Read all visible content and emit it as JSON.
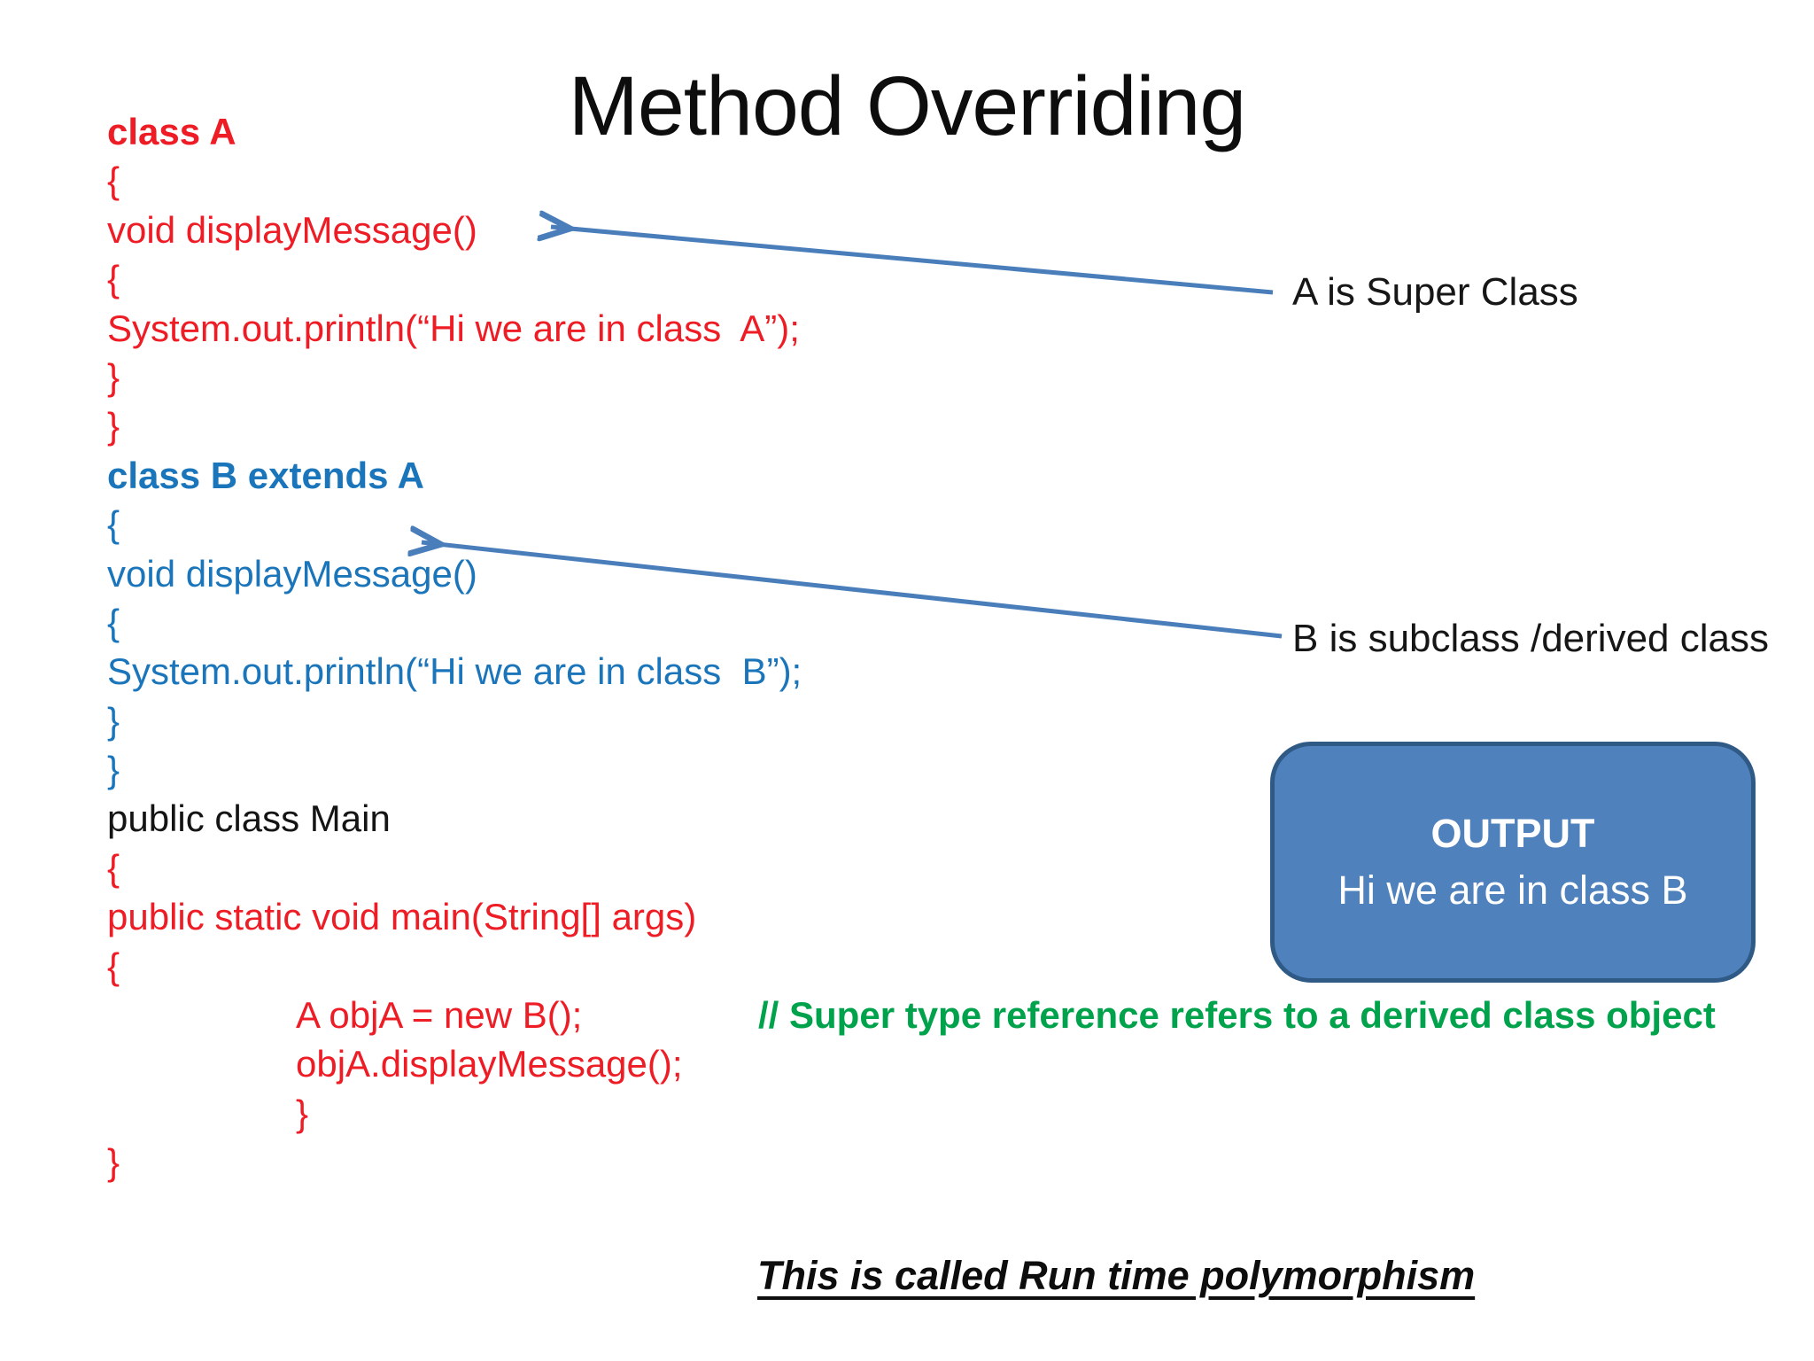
{
  "slide": {
    "title": "Method Overriding",
    "footer": "This is called Run time polymorphism"
  },
  "colors": {
    "red": "#ee1c25",
    "blue": "#1a75bb",
    "black": "#141414",
    "green": "#00a24b",
    "arrow": "#4a7ebb",
    "box_fill": "#4f81bd",
    "box_border": "#2f5a85",
    "box_text": "#ffffff"
  },
  "code": {
    "lines": [
      {
        "text": "class A",
        "color": "red",
        "bold": true
      },
      {
        "text": "{",
        "color": "red"
      },
      {
        "text": "void displayMessage()",
        "color": "red"
      },
      {
        "text": "{",
        "color": "red"
      },
      {
        "text": "System.out.println(“Hi we are in class  A”);",
        "color": "red"
      },
      {
        "text": "}",
        "color": "red"
      },
      {
        "text": "}",
        "color": "red"
      },
      {
        "text": "class B extends A",
        "color": "blue",
        "bold": true
      },
      {
        "text": "{",
        "color": "blue"
      },
      {
        "text": "void displayMessage()",
        "color": "blue"
      },
      {
        "text": "{",
        "color": "blue"
      },
      {
        "text": "System.out.println(“Hi we are in class  B”);",
        "color": "blue"
      },
      {
        "text": "}",
        "color": "blue"
      },
      {
        "text": "}",
        "color": "blue"
      },
      {
        "text": "public class Main",
        "color": "black"
      },
      {
        "text": "{",
        "color": "red"
      },
      {
        "text": "public static void main(String[] args)",
        "color": "red"
      },
      {
        "text": "{",
        "color": "red"
      },
      {
        "text": "A objA = new B();",
        "color": "red",
        "indent": true,
        "comment": "// Super type reference refers to a derived class object"
      },
      {
        "text": "objA.displayMessage();",
        "color": "red",
        "indent": true
      },
      {
        "text": "}",
        "color": "red",
        "indent": true
      },
      {
        "text": "}",
        "color": "red"
      }
    ]
  },
  "annotations": {
    "super_class": "A is Super Class",
    "subclass": "B is subclass /derived class"
  },
  "output_box": {
    "title": "OUTPUT",
    "message": "Hi we are in class B"
  }
}
